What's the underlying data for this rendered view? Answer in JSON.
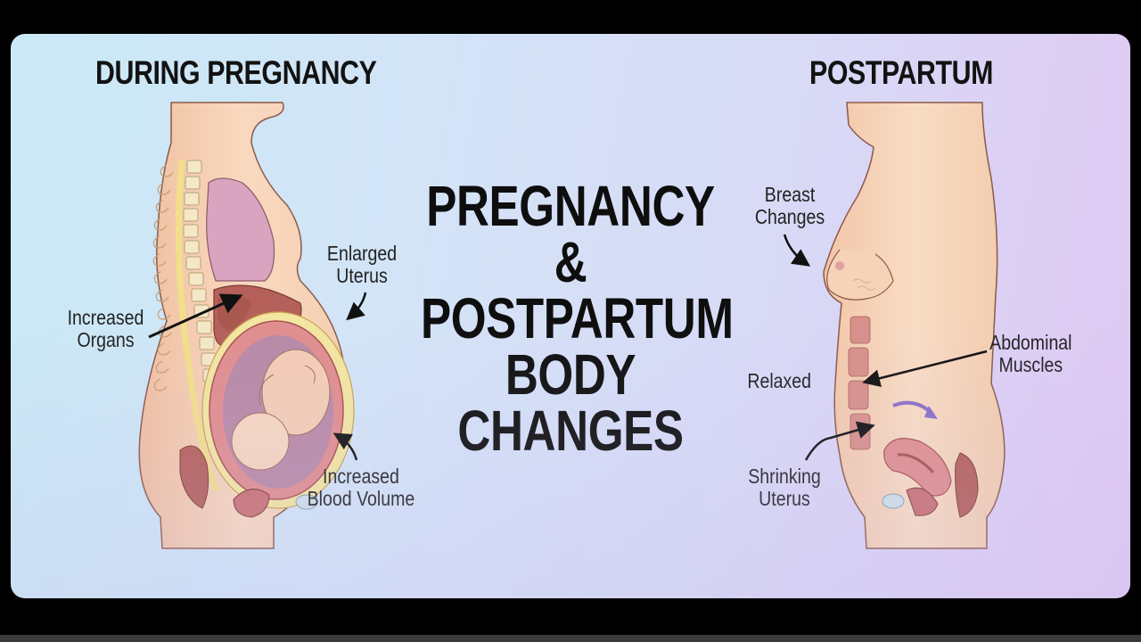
{
  "title": {
    "line1": "PREGNANCY",
    "line2": "&",
    "line3": "POSTPARTUM",
    "line4": "BODY",
    "line5": "CHANGES"
  },
  "left_panel": {
    "heading": "DURING PREGNANCY",
    "labels": {
      "enlarged_uterus": [
        "Enlarged",
        "Uterus"
      ],
      "increased_organs": [
        "Increased",
        "Organs"
      ],
      "increased_blood_volume": [
        "Increased",
        "Blood Volume"
      ]
    },
    "illustration": "pregnant-body-cross-section"
  },
  "right_panel": {
    "heading": "POSTPARTUM",
    "labels": {
      "breast_changes": [
        "Breast",
        "Changes"
      ],
      "abdominal_muscles": [
        "Abdominal",
        "Muscles"
      ],
      "relaxed": "Relaxed",
      "shrinking_uterus": [
        "Shrinking",
        "Uterus"
      ]
    },
    "illustration": "postpartum-body-cross-section"
  },
  "colors": {
    "background_start": "#c9e9f5",
    "background_end": "#e0c8f3",
    "skin": "#f7d3b5",
    "skin_outline": "#8a5a4a",
    "organ_pink": "#d9909a",
    "organ_dark": "#a8584e",
    "lung": "#d9a4c0",
    "spine_yellow": "#f2df8a",
    "arrow_purple": "#8a70c8",
    "text": "#121212"
  }
}
